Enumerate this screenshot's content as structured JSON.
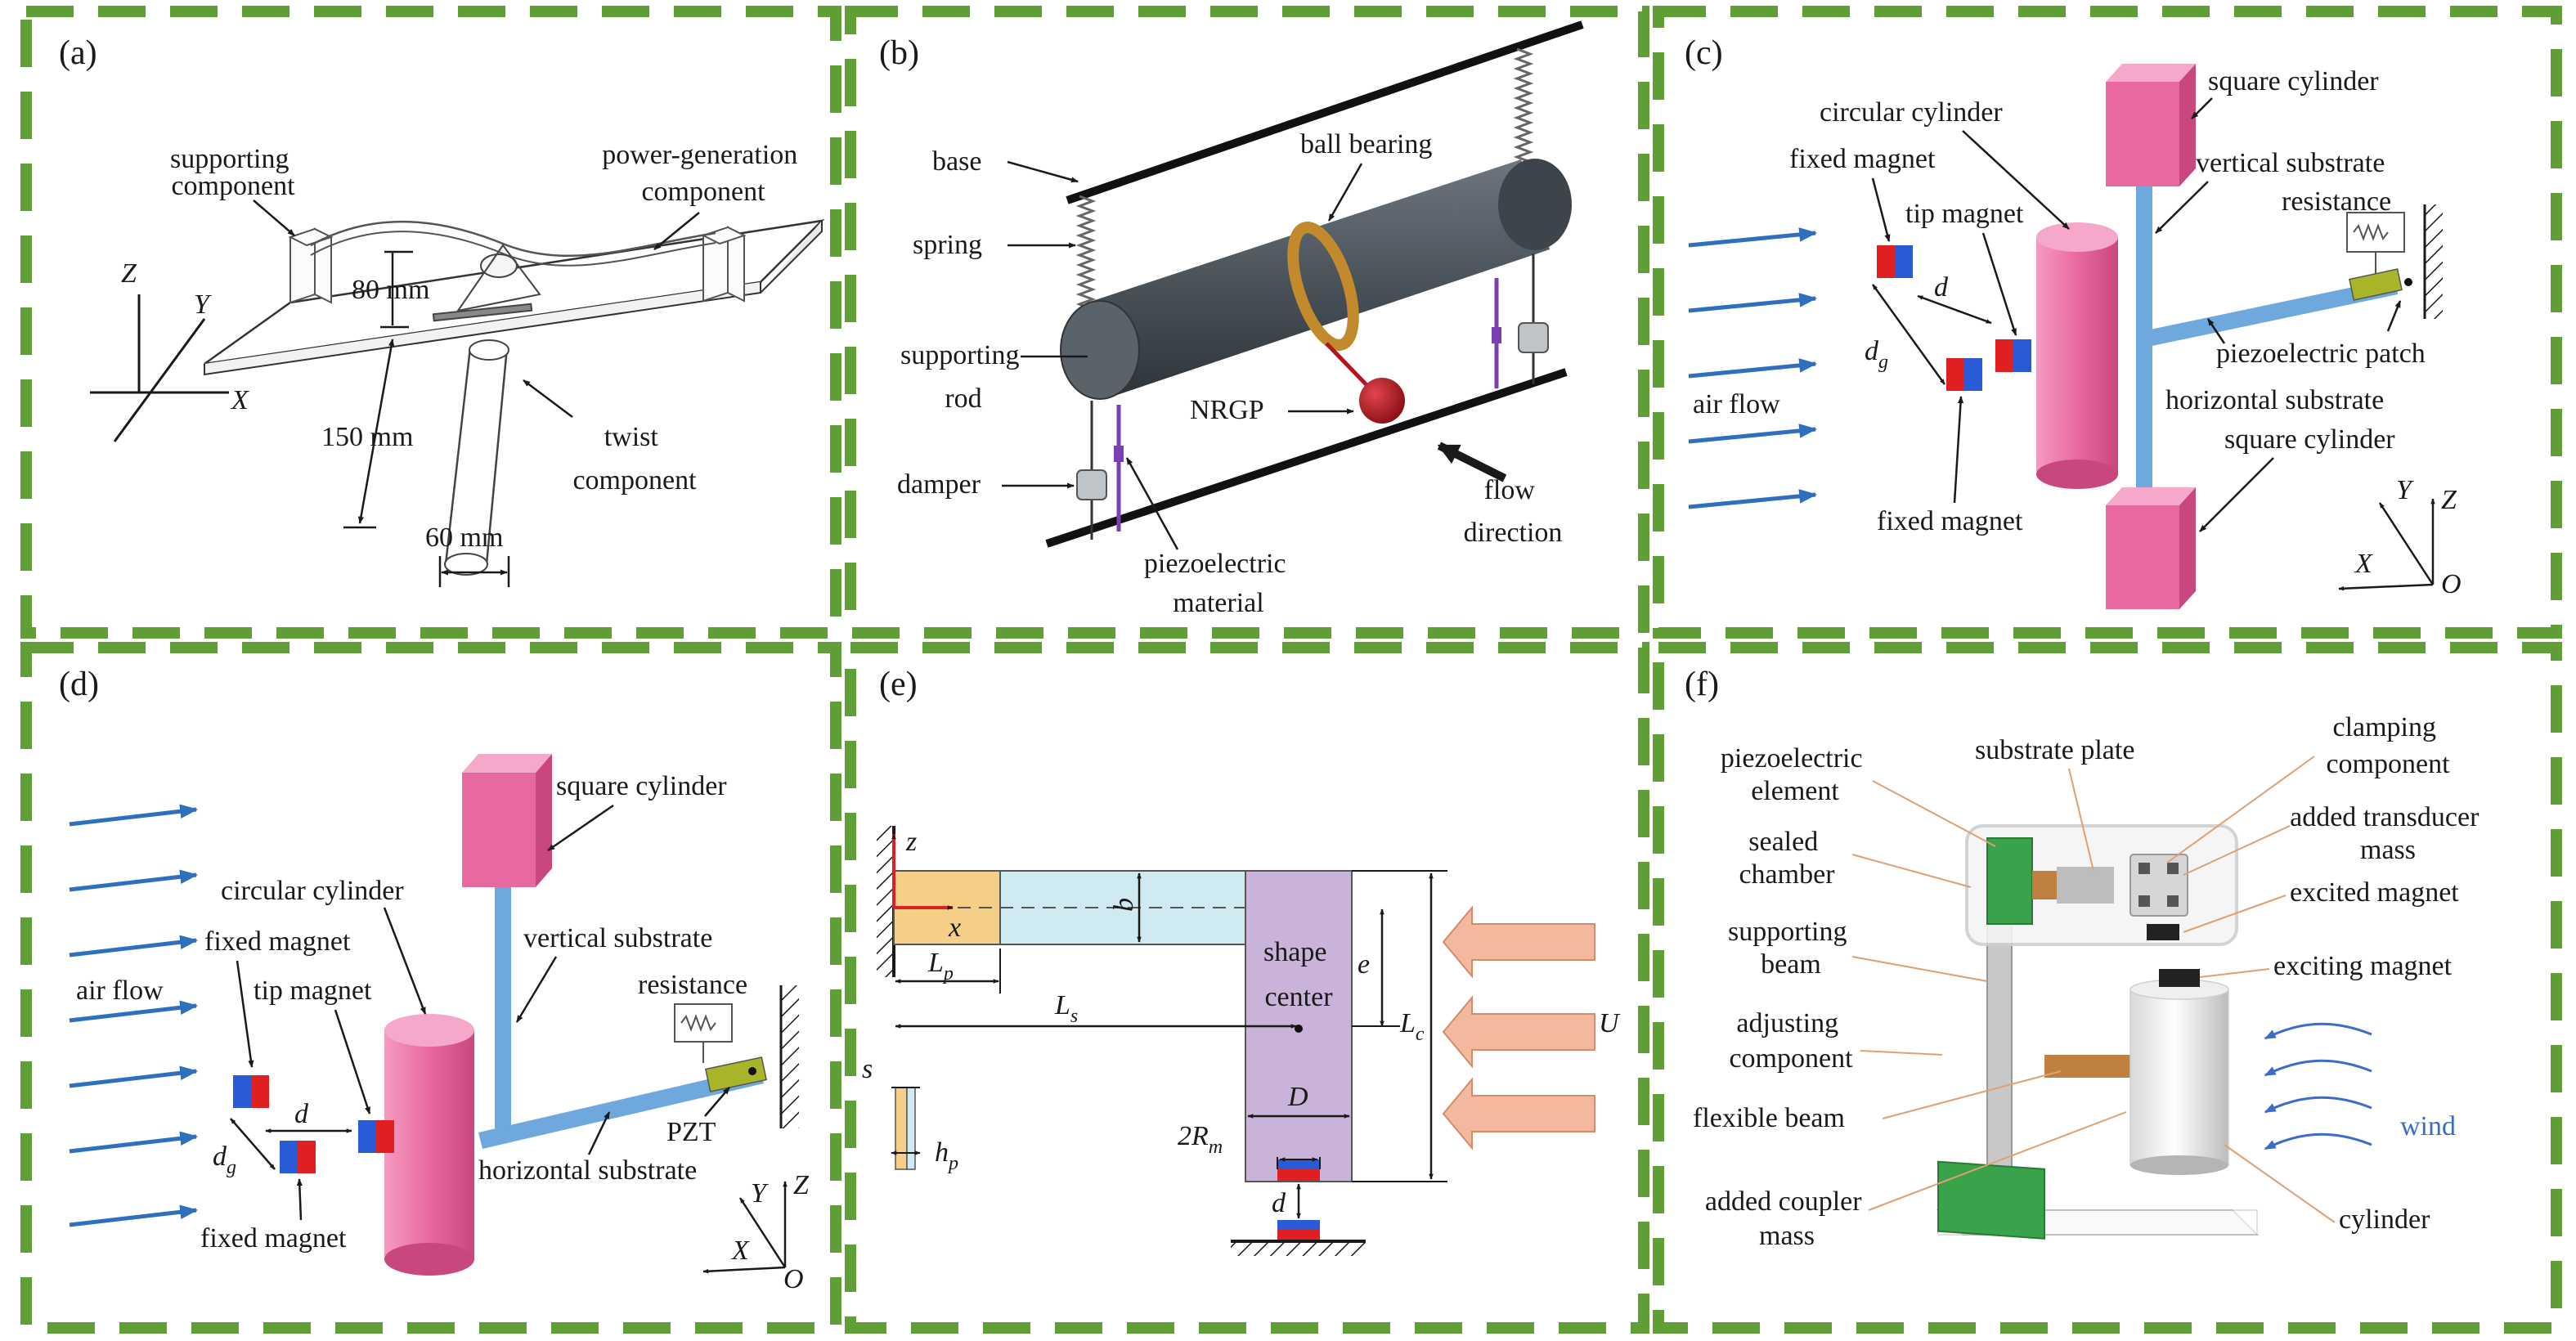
{
  "colors": {
    "frame_border": "#5f9e35",
    "magnet_red": "#e02020",
    "magnet_blue": "#2a5bd7",
    "cylinder_pink": "#e8699f",
    "substrate_blue": "#6fa8dc",
    "airflow_blue": "#2e6fbf",
    "flow_arrow_peach": "#f3b99e",
    "beam_cyan": "#cfeaf0",
    "patch_orange": "#f5cf88",
    "block_lavender": "#c9b3d8",
    "bob_red": "#b3141e",
    "bearing_gold": "#c28a2c",
    "green_component": "#3aa24a",
    "wind_blue": "#3a6cc9"
  },
  "panels": {
    "a": {
      "label": "(a)",
      "supporting_component": [
        "supporting",
        "component"
      ],
      "power_generation": [
        "power-generation",
        "component"
      ],
      "dim_80": "80 mm",
      "dim_150": "150 mm",
      "dim_60": "60 mm",
      "twist_component": [
        "twist",
        "component"
      ],
      "axis_z": "Z",
      "axis_y": "Y",
      "axis_x": "X"
    },
    "b": {
      "label": "(b)",
      "base": "base",
      "ball_bearing": "ball bearing",
      "spring": "spring",
      "supporting_rod": [
        "supporting",
        "rod"
      ],
      "nrgp": "NRGP",
      "damper": "damper",
      "flow_direction": [
        "flow",
        "direction"
      ],
      "piezoelectric_material": [
        "piezoelectric",
        "material"
      ]
    },
    "c": {
      "label": "(c)",
      "square_cylinder_top": "square cylinder",
      "circular_cylinder": "circular cylinder",
      "fixed_magnet_top": "fixed magnet",
      "vertical_substrate": "vertical substrate",
      "resistance": "resistance",
      "tip_magnet": "tip magnet",
      "d": "d",
      "dg_main": "d",
      "dg_sub": "g",
      "air_flow": "air flow",
      "piezoelectric_patch": "piezoelectric patch",
      "horizontal_substrate": "horizontal substrate",
      "square_cylinder_bottom": "square cylinder",
      "fixed_magnet_bottom": "fixed magnet",
      "axis_y": "Y",
      "axis_z": "Z",
      "axis_x": "X",
      "axis_o": "O"
    },
    "d": {
      "label": "(d)",
      "square_cylinder": "square cylinder",
      "circular_cylinder": "circular cylinder",
      "fixed_magnet_top": "fixed magnet",
      "vertical_substrate": "vertical substrate",
      "air_flow": "air flow",
      "tip_magnet": "tip magnet",
      "resistance": "resistance",
      "d": "d",
      "dg_main": "d",
      "dg_sub": "g",
      "pzt": "PZT",
      "horizontal_substrate": "horizontal substrate",
      "fixed_magnet_bottom": "fixed magnet",
      "axis_y": "Y",
      "axis_z": "Z",
      "axis_x": "X",
      "axis_o": "O"
    },
    "e": {
      "label": "(e)",
      "z": "z",
      "x": "x",
      "b": "b",
      "lp_main": "L",
      "lp_sub": "p",
      "ls_main": "L",
      "ls_sub": "s",
      "shape_center": [
        "shape",
        "center"
      ],
      "e": "e",
      "lc_main": "L",
      "lc_sub": "c",
      "u": "U",
      "s": "s",
      "hp_main": "h",
      "hp_sub": "p",
      "D": "D",
      "rm_prefix": "2R",
      "rm_sub": "m",
      "d": "d"
    },
    "f": {
      "label": "(f)",
      "piezoelectric_element": [
        "piezoelectric",
        "element"
      ],
      "substrate_plate": "substrate plate",
      "clamping_component": [
        "clamping",
        "component"
      ],
      "sealed_chamber": [
        "sealed",
        "chamber"
      ],
      "added_transducer_mass": [
        "added transducer",
        "mass"
      ],
      "excited_magnet": "excited magnet",
      "supporting_beam": [
        "supporting",
        "beam"
      ],
      "exciting_magnet": "exciting magnet",
      "adjusting_component": [
        "adjusting",
        "component"
      ],
      "wind": "wind",
      "flexible_beam": "flexible beam",
      "added_coupler_mass": [
        "added coupler",
        "mass"
      ],
      "cylinder": "cylinder"
    }
  }
}
